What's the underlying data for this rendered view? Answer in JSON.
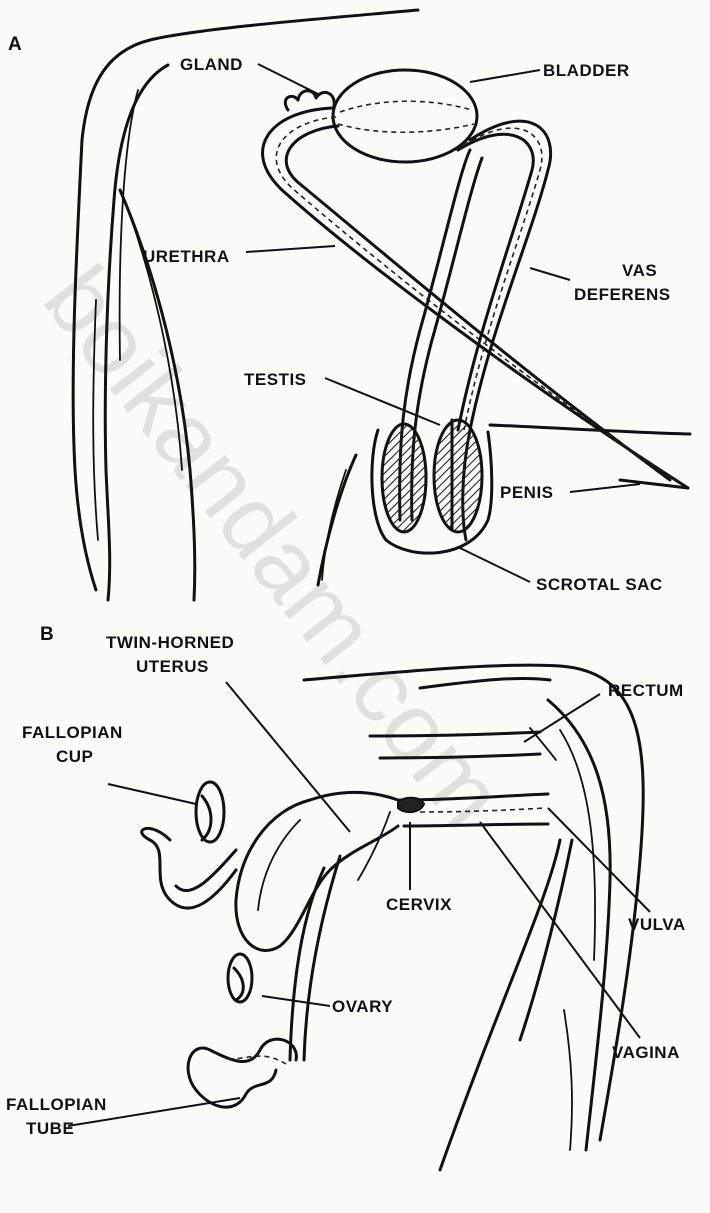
{
  "watermark": "boikandam.com",
  "panel_a": {
    "letter": "A",
    "labels": {
      "gland": "GLAND",
      "bladder": "BLADDER",
      "urethra": "URETHRA",
      "vas_deferens_1": "VAS",
      "vas_deferens_2": "DEFERENS",
      "testis": "TESTIS",
      "penis": "PENIS",
      "scrotal_sac": "SCROTAL SAC"
    }
  },
  "panel_b": {
    "letter": "B",
    "labels": {
      "uterus_1": "TWIN-HORNED",
      "uterus_2": "UTERUS",
      "fallopian_cup_1": "FALLOPIAN",
      "fallopian_cup_2": "CUP",
      "rectum": "RECTUM",
      "cervix": "CERVIX",
      "vulva": "VULVA",
      "ovary": "OVARY",
      "vagina": "VAGINA",
      "fallopian_tube_1": "FALLOPIAN",
      "fallopian_tube_2": "TUBE"
    }
  }
}
